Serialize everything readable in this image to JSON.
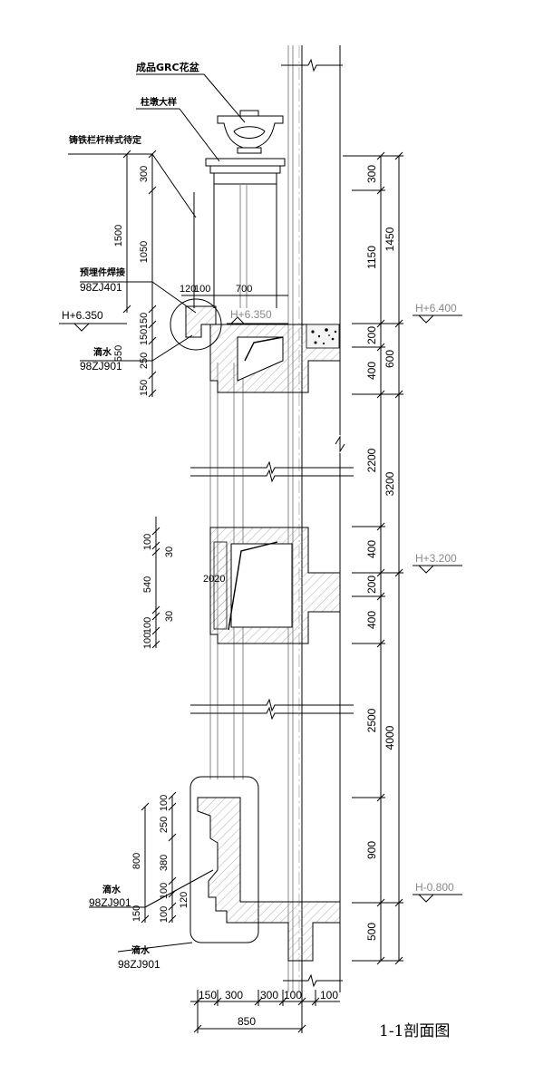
{
  "title": "1-1剖面图",
  "notes": {
    "grc": "成品GRC花盆",
    "column": "柱墩大样",
    "railing": "铸铁栏杆样式待定",
    "embed": "预埋件焊接",
    "embed_ref": "98ZJ401",
    "drip1": "滴水",
    "drip1_ref": "98ZJ901",
    "drip2": "滴水",
    "drip2_ref": "98ZJ901",
    "drip3": "滴水",
    "drip3_ref": "98ZJ901"
  },
  "elevations": {
    "left": "H+6.350",
    "mid": "H+6.350",
    "r1": "H+6.400",
    "r2": "H+3.200",
    "r3": "H-0.800"
  },
  "dims": {
    "l_300": "300",
    "l_1050": "1050",
    "l_1500": "1500",
    "l_150a": "150",
    "l_150b": "150",
    "l_550": "550",
    "l_250": "250",
    "l_150c": "150",
    "t_120": "120",
    "t_100": "100",
    "t_700": "700",
    "w_100a": "100",
    "w_30a": "30",
    "w_540": "540",
    "w_2020": "2020",
    "w_100b": "100",
    "w_30b": "30",
    "w_100c": "100",
    "b_100a": "100",
    "b_250": "250",
    "b_800": "800",
    "b_380": "380",
    "b_100b": "100",
    "b_100c": "100",
    "b_120": "120",
    "b_150": "150",
    "r_300": "300",
    "r_1150": "1150",
    "r_1450": "1450",
    "r_200a": "200",
    "r_400a": "400",
    "r_600": "600",
    "r_2200": "2200",
    "r_3200": "3200",
    "r_400b": "400",
    "r_200b": "200",
    "r_400c": "400",
    "r_2500": "2500",
    "r_4000": "4000",
    "r_900": "900",
    "r_500": "500",
    "bt_150": "150",
    "bt_300a": "300",
    "bt_300b": "300",
    "bt_100a": "100",
    "bt_100b": "100",
    "bt_850": "850"
  }
}
